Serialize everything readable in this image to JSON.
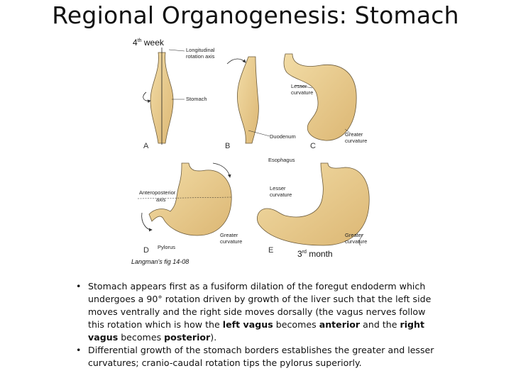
{
  "slide": {
    "title": "Regional Organogenesis: Stomach",
    "week_label": {
      "num": "4",
      "sup": "th",
      "rest": " week"
    },
    "month_label": {
      "num": "3",
      "sup": "rd",
      "rest": " month"
    },
    "credit": "Langman's fig 14-08"
  },
  "figure": {
    "labels": {
      "long_axis": [
        "Longitudinal",
        "rotation axis"
      ],
      "stomach": "Stomach",
      "lesser_c": [
        "Lesser",
        "curvature"
      ],
      "duodenum": "Duodenum",
      "greater_c": [
        "Greater",
        "curvature"
      ],
      "esophagus": "Esophagus",
      "ap_axis": [
        "Anteroposterior",
        "axis"
      ],
      "lesser_e": [
        "Lesser",
        "curvature"
      ],
      "pylorus": "Pylorus",
      "greater_d": [
        "Greater",
        "curvature"
      ],
      "greater_e": [
        "Greater",
        "curvature"
      ]
    },
    "panel_letters": [
      "A",
      "B",
      "C",
      "D",
      "E"
    ]
  },
  "bullets": [
    {
      "segments": [
        {
          "text": "Stomach appears first as a fusiform dilation of the foregut endoderm which undergoes a 90° rotation driven by growth of the liver such that the left side moves ventrally and the right side moves dorsally (the vagus nerves follow this rotation which is how the ",
          "bold": false
        },
        {
          "text": "left vagus",
          "bold": true
        },
        {
          "text": " becomes ",
          "bold": false
        },
        {
          "text": "anterior",
          "bold": true
        },
        {
          "text": " and the ",
          "bold": false
        },
        {
          "text": "right vagus",
          "bold": true
        },
        {
          "text": " becomes ",
          "bold": false
        },
        {
          "text": "posterior",
          "bold": true
        },
        {
          "text": ").",
          "bold": false
        }
      ]
    },
    {
      "segments": [
        {
          "text": "Differential growth of the stomach borders establishes the greater and lesser curvatures; cranio-caudal rotation tips the pylorus superiorly.",
          "bold": false
        }
      ]
    }
  ]
}
